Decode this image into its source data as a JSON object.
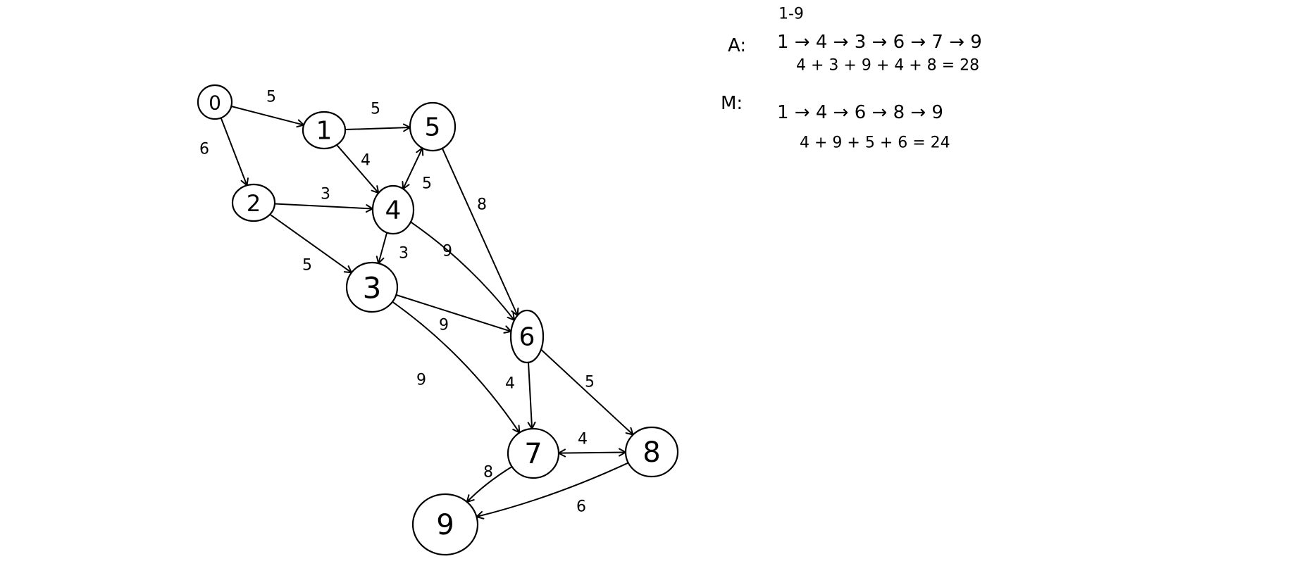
{
  "graph": {
    "nodes": [
      {
        "id": "n0",
        "label": "0"
      },
      {
        "id": "n1",
        "label": "1"
      },
      {
        "id": "n5",
        "label": "5"
      },
      {
        "id": "n2",
        "label": "2"
      },
      {
        "id": "n4",
        "label": "4"
      },
      {
        "id": "n3",
        "label": "3"
      },
      {
        "id": "n6",
        "label": "6"
      },
      {
        "id": "n7",
        "label": "7"
      },
      {
        "id": "n8",
        "label": "8"
      },
      {
        "id": "n9",
        "label": "9"
      }
    ],
    "edges": [
      {
        "id": "e01",
        "from": "n0",
        "to": "n1",
        "weight": "5"
      },
      {
        "id": "e02",
        "from": "n0",
        "to": "n2",
        "weight": "6"
      },
      {
        "id": "e15",
        "from": "n1",
        "to": "n5",
        "weight": "5"
      },
      {
        "id": "e14",
        "from": "n1",
        "to": "n4",
        "weight": "4"
      },
      {
        "id": "e45",
        "from": "n4",
        "to": "n5",
        "weight": "5",
        "bidirectional": true
      },
      {
        "id": "e24",
        "from": "n2",
        "to": "n4",
        "weight": "3"
      },
      {
        "id": "e23",
        "from": "n2",
        "to": "n3",
        "weight": "5"
      },
      {
        "id": "e43",
        "from": "n4",
        "to": "n3",
        "weight": "3"
      },
      {
        "id": "e46",
        "from": "n4",
        "to": "n6",
        "weight": "9"
      },
      {
        "id": "e56",
        "from": "n5",
        "to": "n6",
        "weight": "8"
      },
      {
        "id": "e36",
        "from": "n3",
        "to": "n6",
        "weight": "9"
      },
      {
        "id": "e37",
        "from": "n3",
        "to": "n7",
        "weight": "9"
      },
      {
        "id": "e67",
        "from": "n6",
        "to": "n7",
        "weight": "4"
      },
      {
        "id": "e68",
        "from": "n6",
        "to": "n8",
        "weight": "5"
      },
      {
        "id": "e78",
        "from": "n7",
        "to": "n8",
        "weight": "4",
        "bidirectional": true
      },
      {
        "id": "e79",
        "from": "n7",
        "to": "n9",
        "weight": "8"
      },
      {
        "id": "e89",
        "from": "n8",
        "to": "n9",
        "weight": "6"
      }
    ]
  },
  "notes": {
    "header": "1-9",
    "a_label": "A:",
    "a_path": "1 → 4 → 3 → 6 → 7 → 9",
    "a_sum": "4 + 3 + 9 + 4 + 8 = 28",
    "m_label": "M:",
    "m_path": "1 → 4 → 6 → 8 → 9",
    "m_sum": "4 + 9 + 5 + 6 = 24"
  }
}
